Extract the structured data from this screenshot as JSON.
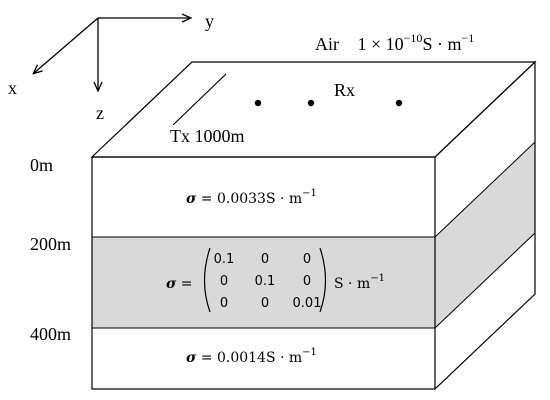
{
  "axes": {
    "x": "x",
    "y": "y",
    "z": "z"
  },
  "air": {
    "label": "Air",
    "conductivity": "1 × 10",
    "exponent": "−10",
    "unit": "S · m",
    "unit_exp": "−1"
  },
  "tx": {
    "label": "Tx 1000m"
  },
  "rx": {
    "label": "Rx",
    "point_count": 3
  },
  "depths": [
    "0m",
    "200m",
    "400m"
  ],
  "layers": [
    {
      "sigma_symbol": "σ",
      "eq": " = 0.0033S · m",
      "exp": "−1",
      "fill": "#ffffff"
    },
    {
      "sigma_symbol": "σ",
      "eq": " =",
      "fill": "#d9d9d9",
      "matrix": [
        [
          "0.1",
          "0",
          "0"
        ],
        [
          "0",
          "0.1",
          "0"
        ],
        [
          "0",
          "0",
          "0.01"
        ]
      ],
      "unit": "S · m",
      "exp": "−1"
    },
    {
      "sigma_symbol": "σ",
      "eq": " = 0.0014S · m",
      "exp": "−1",
      "fill": "#ffffff"
    }
  ]
}
